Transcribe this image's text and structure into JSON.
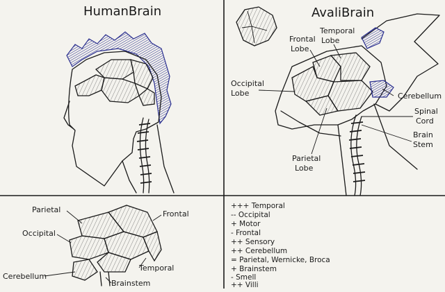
{
  "colors": {
    "paper": "#f4f3ee",
    "ink": "#1a1a1a",
    "blue_ink": "#2a2f8f"
  },
  "panels": {
    "human": {
      "title": "HumanBrain"
    },
    "avali": {
      "title": "AvaliBrain",
      "labels": {
        "temporal": [
          "Temporal",
          "Lobe"
        ],
        "frontal": [
          "Frontal",
          "Lobe"
        ],
        "occipital": [
          "Occipital",
          "Lobe"
        ],
        "cerebellum": "Cerebellum",
        "spinal": [
          "Spinal",
          "Cord"
        ],
        "brainstem": [
          "Brain",
          "Stem"
        ],
        "parietal": [
          "Parietal",
          "Lobe"
        ]
      }
    },
    "comparison": {
      "labels": {
        "parietal": "Parietal",
        "frontal": "Frontal",
        "occipital": "Occipital",
        "temporal": "Temporal",
        "cerebellum": "Cerebellum",
        "brainstem": "Brainstem"
      }
    },
    "legend": {
      "items": [
        "+++ Temporal",
        "-- Occipital",
        "+ Motor",
        "- Frontal",
        "++ Sensory",
        "++ Cerebellum",
        "= Parietal, Wernicke, Broca",
        "+ Brainstem",
        "- Smell",
        "++ Villi"
      ]
    }
  }
}
